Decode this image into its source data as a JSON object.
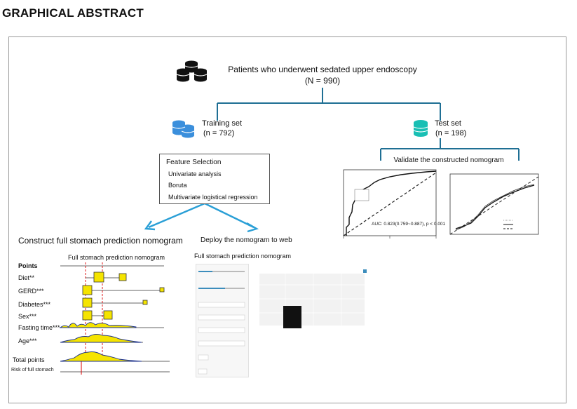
{
  "heading": "GRAPHICAL ABSTRACT",
  "cohort": {
    "title": "Patients who underwent sedated upper endoscopy",
    "n": "(N  = 990)"
  },
  "training": {
    "label": "Training set",
    "n": "(n = 792)"
  },
  "test": {
    "label": "Test set",
    "n": "(n = 198)"
  },
  "feature_selection": {
    "title": "Feature Selection",
    "items": [
      "Univariate analysis",
      "Boruta",
      "Multivariate logistical regression"
    ]
  },
  "validate": {
    "title": "Validate the constructed nomogram",
    "auc": "AUC: 0.823(0.759~0.887),  p < 0.001"
  },
  "construct": {
    "title": "Construct full stomach prediction nomogram",
    "nomogram_title": "Full stomach prediction nomogram",
    "rows": [
      "Points",
      "Diet**",
      "GERD***",
      "Diabetes***",
      "Sex***",
      "Fasting time***",
      "Age***"
    ],
    "total_points": "Total points",
    "risk": "Risk of full stomach"
  },
  "deploy": {
    "title": "Deploy the nomogram to web",
    "web_title": "Full stomach prediction nomogram"
  },
  "colors": {
    "arrow": "#2a9fd6",
    "tree_line": "#1f6f94",
    "training_icon": "#3b8fdc",
    "test_icon": "#19bfb4",
    "nomogram_box": "#f5e400"
  },
  "icons": {
    "cohort": "coin-stack-icon",
    "training": "database-icon",
    "test": "database-icon"
  }
}
